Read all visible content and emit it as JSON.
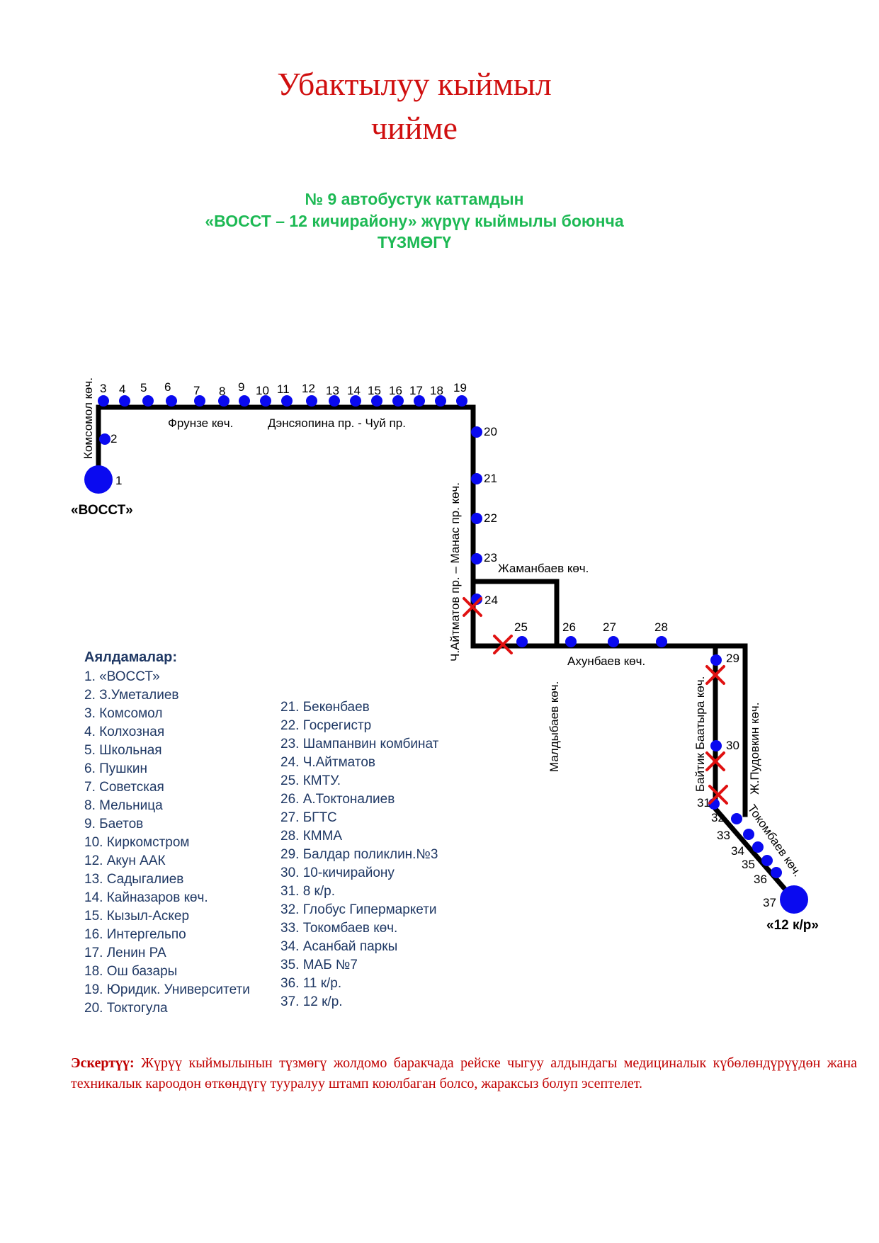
{
  "header": {
    "title_line1": "Убактылуу кыймыл",
    "title_line2": "чийме",
    "subtitle_line1": "№ 9 автобустук каттамдын",
    "subtitle_line2": "«ВОССТ – 12 кичирайону» жүрүү кыймылы боюнча",
    "subtitle_line3": "ТҮЗМӨГҮ"
  },
  "map": {
    "terminal_start": "«ВОССТ»",
    "terminal_end": "«12 к/р»",
    "stop_numbers": [
      "1",
      "2",
      "3",
      "4",
      "5",
      "6",
      "7",
      "8",
      "9",
      "10",
      "11",
      "12",
      "13",
      "14",
      "15",
      "16",
      "17",
      "18",
      "19",
      "20",
      "21",
      "22",
      "23",
      "24",
      "25",
      "26",
      "27",
      "28",
      "29",
      "30",
      "31",
      "32",
      "33",
      "34",
      "35",
      "36",
      "37"
    ],
    "streets": {
      "komsomol": "Комсомол көч.",
      "frunze": "Фрунзе көч.",
      "dzerzhinsky_chui": "Дэнсяопина пр. - Чуй пр.",
      "aitmatov_manas": "Ч.Айтматов пр. – Манас пр. көч.",
      "zhamanbaev": "Жаманбаев көч.",
      "akhunbaev": "Ахунбаев көч.",
      "maldybaev": "Малдыбаев көч.",
      "baitik": "Байтик Баатыра көч.",
      "pudovkin": "Ж.Пудовкин көч.",
      "tokombaev": "Токомбаев көч."
    },
    "colors": {
      "route": "#000000",
      "stop": "#0a0af0",
      "closed": "#e01010"
    }
  },
  "legend": {
    "title": "Аялдамалар:",
    "col1": [
      "1. «ВОССТ»",
      "2.  З.Уметалиев",
      "3. Комсомол",
      "4. Колхозная",
      "5. Школьная",
      "6. Пушкин",
      "7. Советская",
      "8. Мельница",
      "9. Баетов",
      "10. Киркомстром",
      "12. Акун ААК",
      "13. Садыгалиев",
      "14. Кайназаров көч.",
      "15. Кызыл-Аскер",
      "16. Интергельпо",
      "17. Ленин РА",
      "18. Ош базары",
      "19. Юридик. Университети",
      "20. Токтогула"
    ],
    "col2": [
      "21. Бекөнбаев",
      "22. Госрегистр",
      "23. Шампанвин комбинат",
      "24. Ч.Айтматов",
      "25. КМТУ.",
      "26. А.Токтоналиев",
      "27. БГТС",
      "28. КММА",
      "29. Балдар поликлин.№3",
      "30. 10-кичирайону",
      "31. 8 к/р.",
      "32. Глобус Гипермаркети",
      "33. Токомбаев көч.",
      "34. Асанбай паркы",
      "35. МАБ №7",
      "36. 11 к/р.",
      "37. 12 к/р."
    ]
  },
  "note": {
    "label": "Эскертүү:",
    "text": " Жүрүү кыймылынын түзмөгү жолдомо баракчада рейске чыгуу алдындагы медициналык күбөлөндүрүүдөн жана техникалык кароодон өткөндүгү тууралуу штамп коюлбаган болсо, жараксыз болуп эсептелет."
  }
}
